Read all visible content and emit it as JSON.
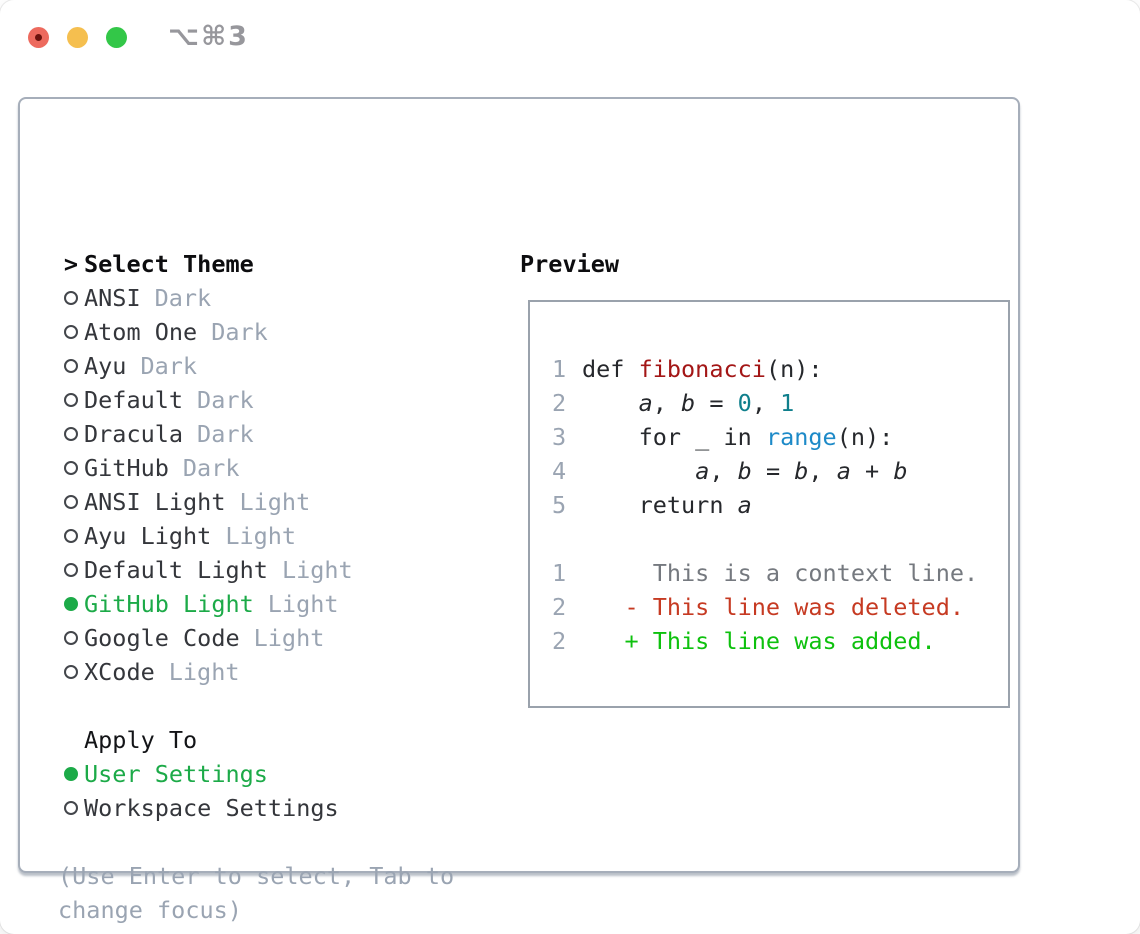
{
  "window": {
    "title": "⌥⌘3"
  },
  "colors": {
    "green_selected": "#1caa48",
    "muted": "#9aa4b2",
    "func_red": "#a31616",
    "number_teal": "#0f7f8c",
    "builtin_blue": "#1d8ac8",
    "diff_deleted_red": "#c63a22",
    "diff_added_green": "#0ec10e",
    "traffic_close": "#ed6a5e",
    "traffic_minimize": "#f5bf4f",
    "traffic_zoom": "#33c748"
  },
  "selector": {
    "header": {
      "prompt": ">",
      "label": "Select Theme"
    },
    "themes": [
      {
        "name": "ANSI",
        "variant": "Dark",
        "selected": false
      },
      {
        "name": "Atom One",
        "variant": "Dark",
        "selected": false
      },
      {
        "name": "Ayu",
        "variant": "Dark",
        "selected": false
      },
      {
        "name": "Default",
        "variant": "Dark",
        "selected": false
      },
      {
        "name": "Dracula",
        "variant": "Dark",
        "selected": false
      },
      {
        "name": "GitHub",
        "variant": "Dark",
        "selected": false
      },
      {
        "name": "ANSI Light",
        "variant": "Light",
        "selected": false
      },
      {
        "name": "Ayu Light",
        "variant": "Light",
        "selected": false
      },
      {
        "name": "Default Light",
        "variant": "Light",
        "selected": false
      },
      {
        "name": "GitHub Light",
        "variant": "Light",
        "selected": true
      },
      {
        "name": "Google Code",
        "variant": "Light",
        "selected": false
      },
      {
        "name": "XCode",
        "variant": "Light",
        "selected": false
      }
    ],
    "apply_to": {
      "label": "Apply To",
      "options": [
        {
          "name": "User Settings",
          "selected": true
        },
        {
          "name": "Workspace Settings",
          "selected": false
        }
      ]
    },
    "hint_lines": [
      "(Use Enter to select, Tab to",
      "change focus)"
    ]
  },
  "preview": {
    "heading": "Preview",
    "code_lines": [
      {
        "num": "1",
        "segments": [
          {
            "t": "def ",
            "c": "plain"
          },
          {
            "t": "fibonacci",
            "c": "func"
          },
          {
            "t": "(n):",
            "c": "plain"
          }
        ]
      },
      {
        "num": "2",
        "segments": [
          {
            "t": "    ",
            "c": "plain"
          },
          {
            "t": "a",
            "c": "var"
          },
          {
            "t": ", ",
            "c": "plain"
          },
          {
            "t": "b",
            "c": "var"
          },
          {
            "t": " = ",
            "c": "plain"
          },
          {
            "t": "0",
            "c": "num"
          },
          {
            "t": ", ",
            "c": "plain"
          },
          {
            "t": "1",
            "c": "num"
          }
        ]
      },
      {
        "num": "3",
        "segments": [
          {
            "t": "    for _ in ",
            "c": "plain"
          },
          {
            "t": "range",
            "c": "builtin"
          },
          {
            "t": "(n):",
            "c": "plain"
          }
        ]
      },
      {
        "num": "4",
        "segments": [
          {
            "t": "        ",
            "c": "plain"
          },
          {
            "t": "a",
            "c": "var"
          },
          {
            "t": ", ",
            "c": "plain"
          },
          {
            "t": "b",
            "c": "var"
          },
          {
            "t": " = ",
            "c": "plain"
          },
          {
            "t": "b",
            "c": "var"
          },
          {
            "t": ", ",
            "c": "plain"
          },
          {
            "t": "a",
            "c": "var"
          },
          {
            "t": " + ",
            "c": "plain"
          },
          {
            "t": "b",
            "c": "var"
          }
        ]
      },
      {
        "num": "5",
        "segments": [
          {
            "t": "    return ",
            "c": "plain"
          },
          {
            "t": "a",
            "c": "var"
          }
        ]
      },
      {
        "num": "",
        "segments": []
      },
      {
        "num": "1",
        "segments": [
          {
            "t": "     This is a context line.",
            "c": "context"
          }
        ]
      },
      {
        "num": "2",
        "segments": [
          {
            "t": "   - This line was deleted.",
            "c": "deleted"
          }
        ]
      },
      {
        "num": "2",
        "segments": [
          {
            "t": "   + This line was added.",
            "c": "added"
          }
        ]
      }
    ]
  }
}
